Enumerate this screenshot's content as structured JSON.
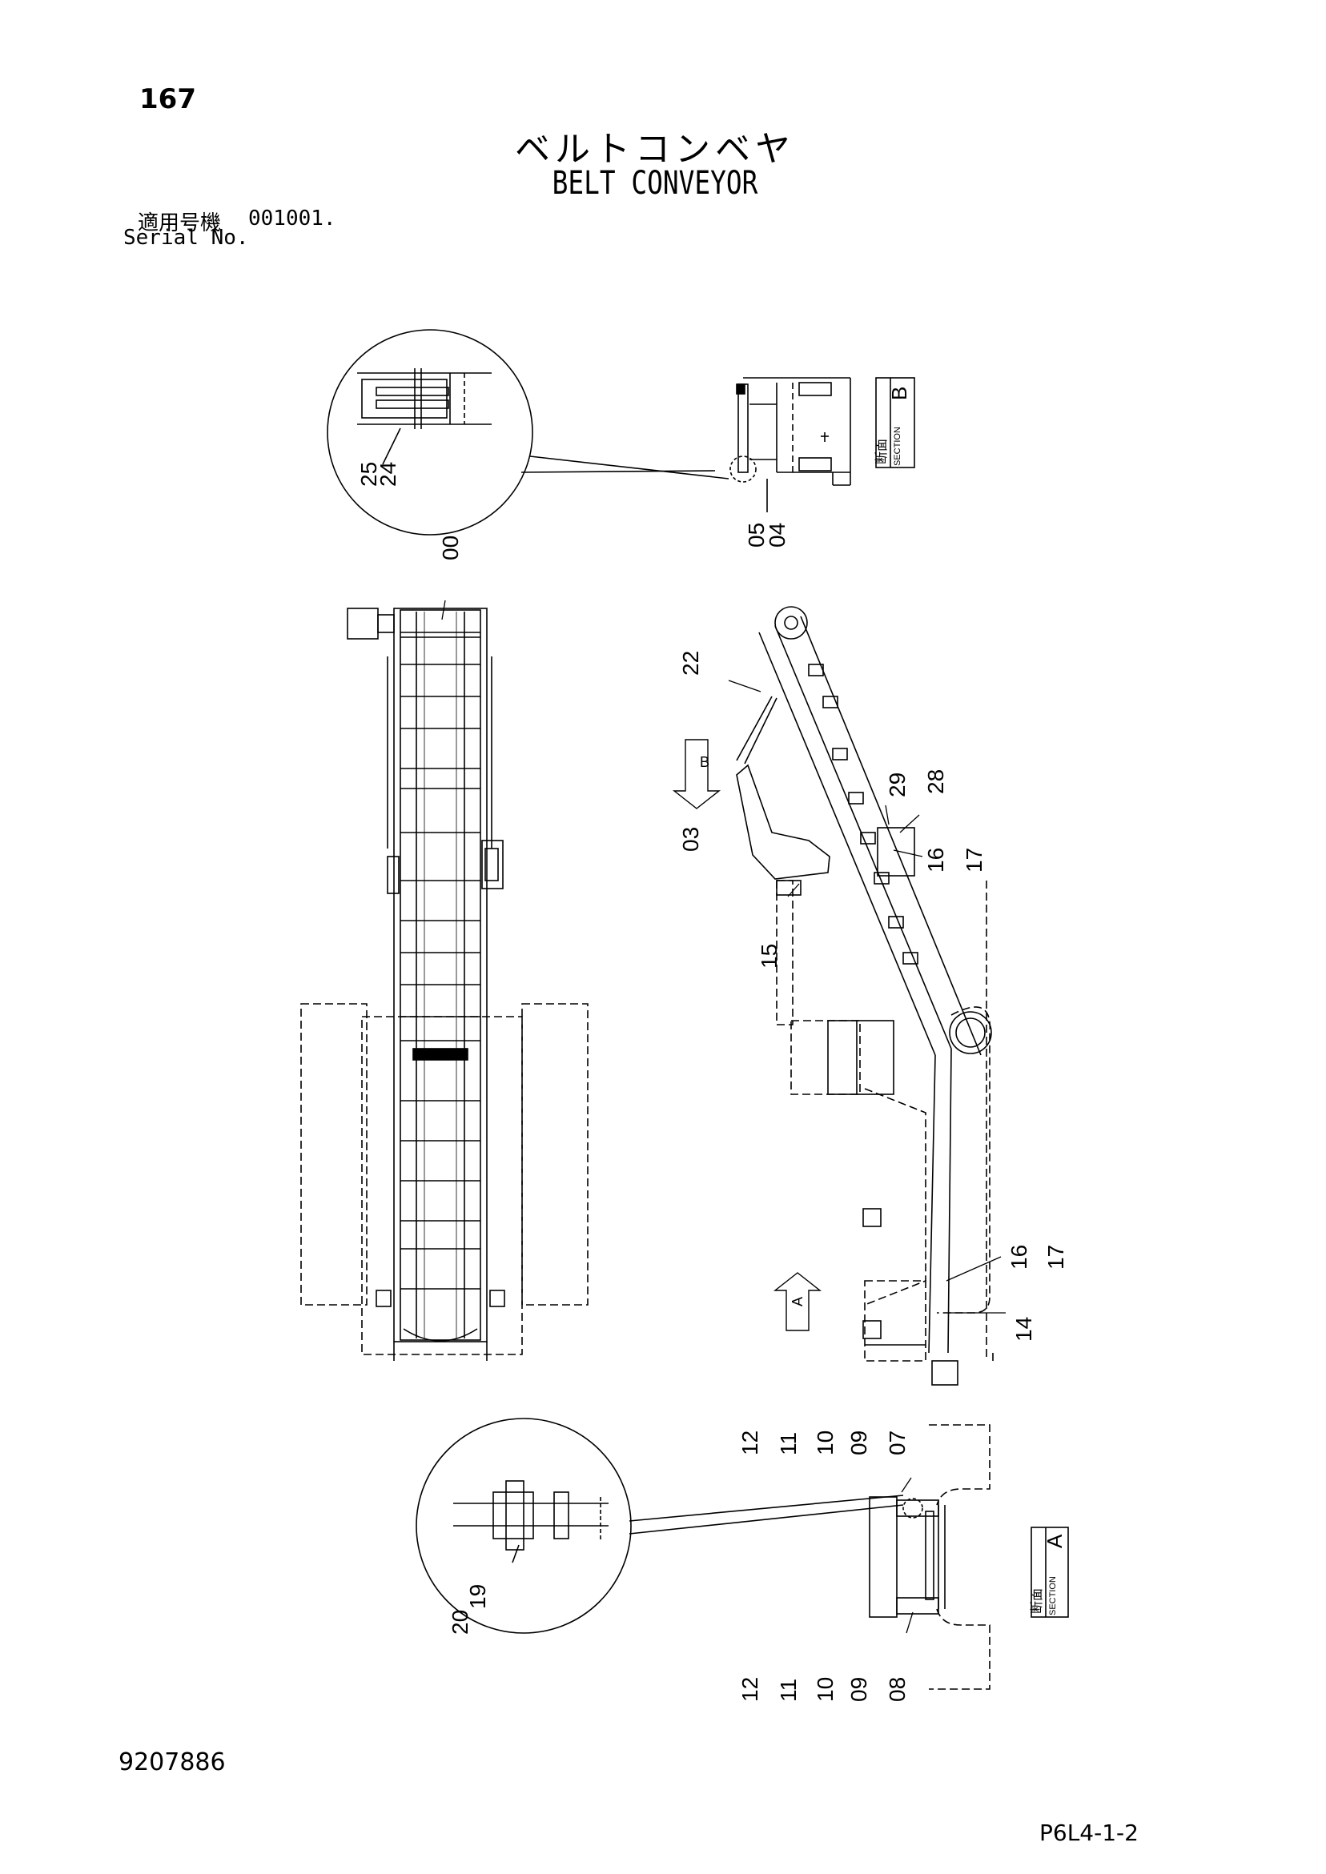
{
  "page": {
    "number": "167",
    "title_jp": "ベルトコンベヤ",
    "title_en": "BELT CONVEYOR",
    "serial_jp_label": "適用号機",
    "serial_value": "001001.",
    "serial_en_label": "Serial No.",
    "drawing_number": "9207886",
    "sheet_code": "P6L4-1-2"
  },
  "sections": {
    "b_jp": "断面",
    "b_en": "SECTION",
    "b_letter": "B",
    "a_jp": "断面",
    "a_en": "SECTION",
    "a_letter": "A",
    "arrow_b": "B",
    "arrow_a": "A"
  },
  "callouts": {
    "c25": "25",
    "c24": "24",
    "c05": "05",
    "c04": "04",
    "c00": "00",
    "c22": "22",
    "c29": "29",
    "c28": "28",
    "c03": "03",
    "c16a": "16",
    "c17a": "17",
    "c15": "15",
    "c16b": "16",
    "c17b": "17",
    "c14": "14",
    "c12a": "12",
    "c11a": "11",
    "c10a": "10",
    "c09a": "09",
    "c07": "07",
    "c20": "20",
    "c19": "19",
    "c12b": "12",
    "c11b": "11",
    "c10b": "10",
    "c09b": "09",
    "c08": "08"
  },
  "colors": {
    "line": "#000000",
    "background": "#ffffff"
  }
}
